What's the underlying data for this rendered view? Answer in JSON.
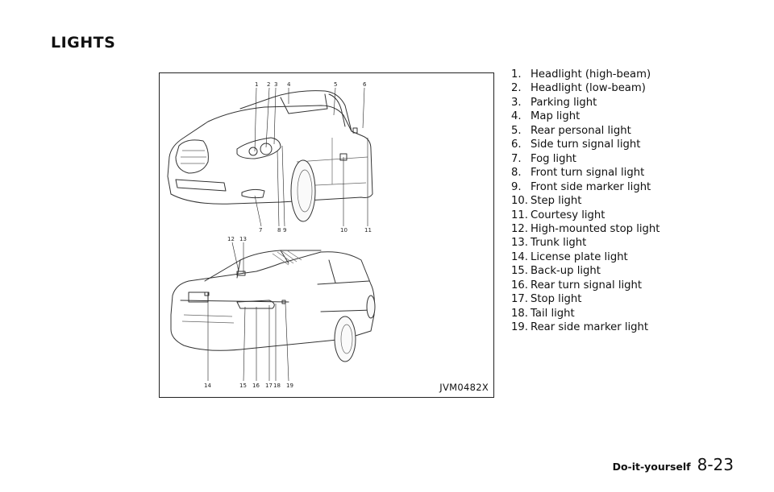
{
  "page": {
    "title": "LIGHTS",
    "figure_code": "JVM0482X",
    "section": "Do-it-yourself",
    "page_number": "8-23"
  },
  "figure": {
    "front_callouts": [
      "1",
      "2",
      "3",
      "4",
      "5",
      "6",
      "7",
      "8",
      "9",
      "10",
      "11"
    ],
    "rear_callouts": [
      "12",
      "13",
      "14",
      "15",
      "16",
      "17",
      "18",
      "19"
    ]
  },
  "legend": [
    {
      "num": "1.",
      "label": "Headlight (high-beam)"
    },
    {
      "num": "2.",
      "label": "Headlight (low-beam)"
    },
    {
      "num": "3.",
      "label": "Parking light"
    },
    {
      "num": "4.",
      "label": "Map light"
    },
    {
      "num": "5.",
      "label": "Rear personal light"
    },
    {
      "num": "6.",
      "label": "Side turn signal light"
    },
    {
      "num": "7.",
      "label": "Fog light"
    },
    {
      "num": "8.",
      "label": "Front turn signal light"
    },
    {
      "num": "9.",
      "label": "Front side marker light"
    },
    {
      "num": "10.",
      "label": "Step light"
    },
    {
      "num": "11.",
      "label": "Courtesy light"
    },
    {
      "num": "12.",
      "label": "High-mounted stop light"
    },
    {
      "num": "13.",
      "label": "Trunk light"
    },
    {
      "num": "14.",
      "label": "License plate light"
    },
    {
      "num": "15.",
      "label": "Back-up light"
    },
    {
      "num": "16.",
      "label": "Rear turn signal light"
    },
    {
      "num": "17.",
      "label": "Stop light"
    },
    {
      "num": "18.",
      "label": "Tail light"
    },
    {
      "num": "19.",
      "label": "Rear side marker light"
    }
  ]
}
